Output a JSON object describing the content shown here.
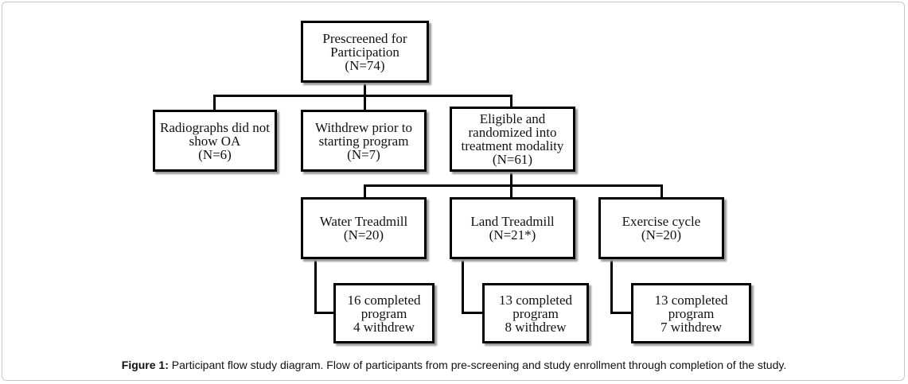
{
  "flowchart": {
    "prescreened": [
      "Prescreened for",
      "Participation",
      "(N=74)"
    ],
    "no_oa": [
      "Radiographs did not",
      "show OA",
      "(N=6)"
    ],
    "withdrew_prior": [
      "Withdrew prior to",
      "starting program",
      "(N=7)"
    ],
    "eligible": [
      "Eligible and",
      "randomized into",
      "treatment modality",
      "(N=61)"
    ],
    "water_treadmill": [
      "Water Treadmill",
      "(N=20)"
    ],
    "land_treadmill": [
      "Land Treadmill",
      "(N=21*)"
    ],
    "exercise_cycle": [
      "Exercise cycle",
      "(N=20)"
    ],
    "water_outcome": [
      "16 completed",
      "program",
      "4 withdrew"
    ],
    "land_outcome": [
      "13 completed",
      "program",
      "8 withdrew"
    ],
    "cycle_outcome": [
      "13 completed",
      "program",
      "7 withdrew"
    ]
  },
  "caption": {
    "label": "Figure 1:",
    "text": " Participant flow study diagram. Flow of participants from pre-screening and study enrollment through completion of the study."
  }
}
